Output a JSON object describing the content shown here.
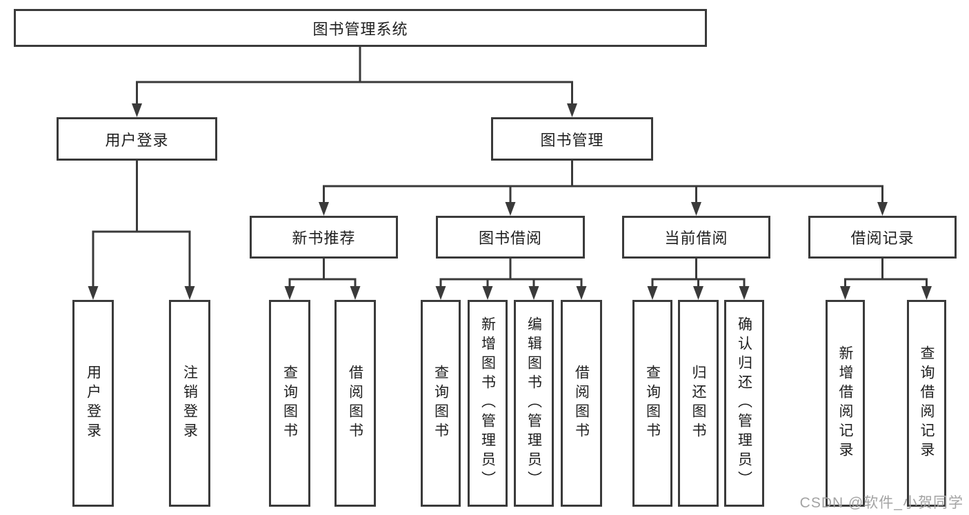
{
  "diagram_title": "图书管理系统",
  "colors": {
    "line": "#3a3a3a",
    "box_border": "#3a3a3a",
    "text": "#1f1f1f",
    "watermark": "#a3a3a3",
    "background": "#ffffff"
  },
  "tree": {
    "root": {
      "label": "图书管理系统"
    },
    "level2": [
      {
        "label": "用户登录"
      },
      {
        "label": "图书管理"
      }
    ],
    "level3": [
      {
        "label": "新书推荐"
      },
      {
        "label": "图书借阅"
      },
      {
        "label": "当前借阅"
      },
      {
        "label": "借阅记录"
      }
    ],
    "leaves": {
      "user_login": [
        "用户登录",
        "注销登录"
      ],
      "new_book": [
        "查询图书",
        "借阅图书"
      ],
      "book_borrow": [
        "查询图书",
        "新增图书（管理员）",
        "编辑图书（管理员）",
        "借阅图书"
      ],
      "current_borrow": [
        "查询图书",
        "归还图书",
        "确认归还（管理员）"
      ],
      "borrow_record": [
        "新增借阅记录",
        "查询借阅记录"
      ]
    }
  },
  "watermark": {
    "text": "CSDN @软件_小贺同学"
  }
}
